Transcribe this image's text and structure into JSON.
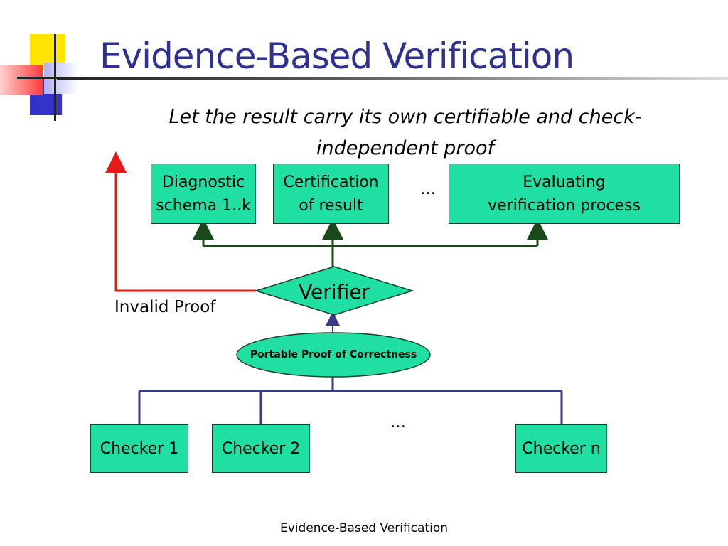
{
  "slide": {
    "title": "Evidence-Based Verification",
    "subtitle": "Let the result carry its own certifiable and check-\nindependent proof",
    "footer": "Evidence-Based Verification"
  },
  "outputs": [
    {
      "label": "Diagnostic\nschema 1..k"
    },
    {
      "label": "Certification\nof result"
    },
    {
      "label": "Evaluating\nverification process"
    }
  ],
  "outputs_ellipsis": "…",
  "verifier": {
    "label": "Verifier"
  },
  "invalid_proof": {
    "label": "Invalid Proof"
  },
  "portable_proof": {
    "label": "Portable Proof of Correctness"
  },
  "checkers": [
    {
      "label": "Checker 1"
    },
    {
      "label": "Checker 2"
    },
    {
      "label": "Checker n"
    }
  ],
  "checkers_ellipsis": "…",
  "colors": {
    "title": "#2e3192",
    "box_fill": "#1fdfa2",
    "green_line": "#1a4a1a",
    "blue_line": "#3a3a8a",
    "red_line": "#e31b1b",
    "logo_yellow": "#ffe600",
    "logo_blue": "#3333cc",
    "logo_red": "#ff3b3b"
  }
}
